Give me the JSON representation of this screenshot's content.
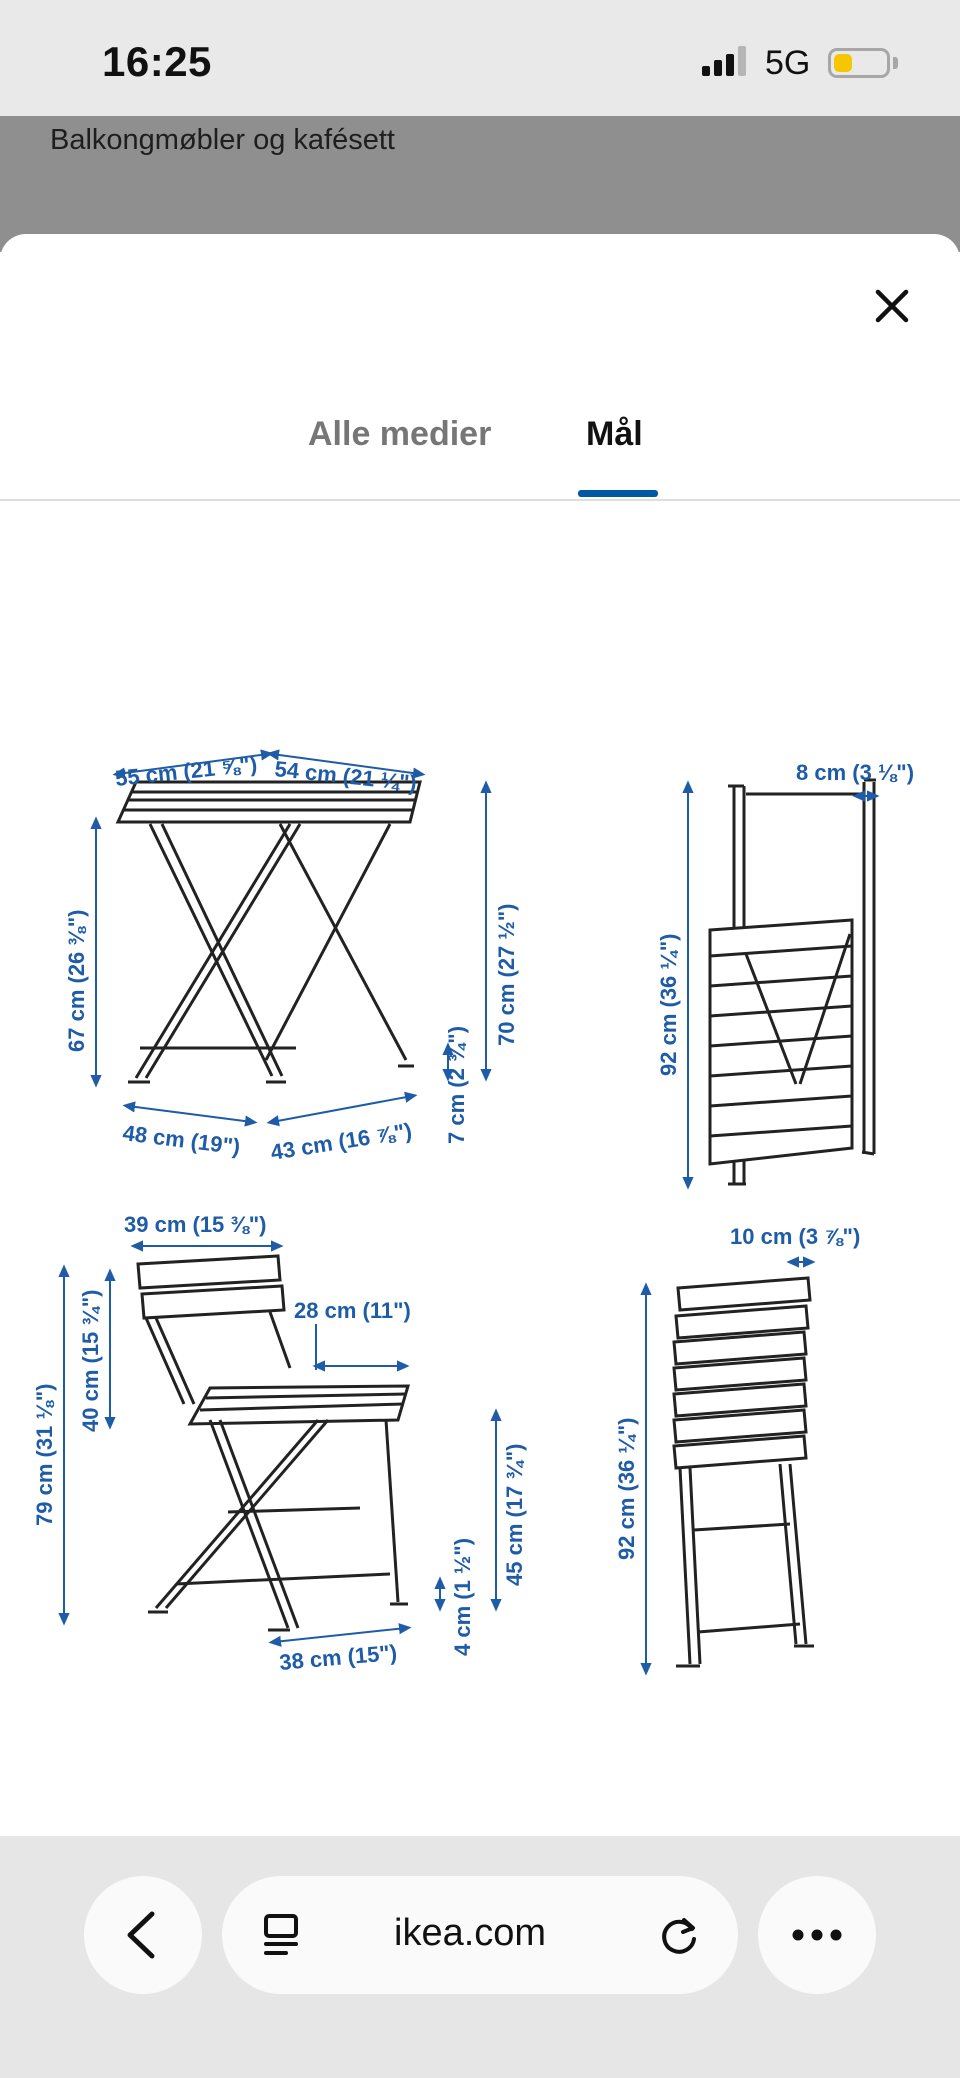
{
  "status": {
    "time": "16:25",
    "network": "5G",
    "battery_level": 0.35,
    "battery_color": "#f7c600"
  },
  "background_page": {
    "title": "Balkongmøbler og kafésett"
  },
  "dialog": {
    "tabs": [
      {
        "label": "Alle medier",
        "active": false
      },
      {
        "label": "Mål",
        "active": true
      }
    ],
    "close_icon": "close-icon"
  },
  "dimensions": {
    "table": {
      "width": "55 cm (21 ⅝\")",
      "depth": "54 cm (21 ¼\")",
      "leg_height": "67 cm (26 ⅜\")",
      "height": "70 cm (27 ½\")",
      "foot_height": "7 cm (2 ¾\")",
      "foot_depth": "48 cm (19\")",
      "foot_width": "43 cm (16 ⅞\")"
    },
    "table_folded": {
      "thickness": "8 cm (3 ⅛\")",
      "height": "92 cm (36 ¼\")"
    },
    "chair": {
      "backrest_width": "39 cm (15 ⅜\")",
      "seat_depth": "28 cm (11\")",
      "backrest_height": "40 cm (15 ¾\")",
      "total_height": "79 cm (31 ⅛\")",
      "seat_height": "45 cm (17 ¾\")",
      "foot_height": "4 cm (1 ½\")",
      "foot_width": "38 cm (15\")"
    },
    "chair_folded": {
      "thickness": "10 cm (3 ⅞\")",
      "height": "92 cm (36 ¼\")"
    }
  },
  "accent_color": "#0058a3",
  "browser": {
    "url": "ikea.com",
    "back_icon": "chevron-left-icon",
    "reader_icon": "reader-icon",
    "reload_icon": "reload-icon",
    "more_icon": "more-icon"
  }
}
